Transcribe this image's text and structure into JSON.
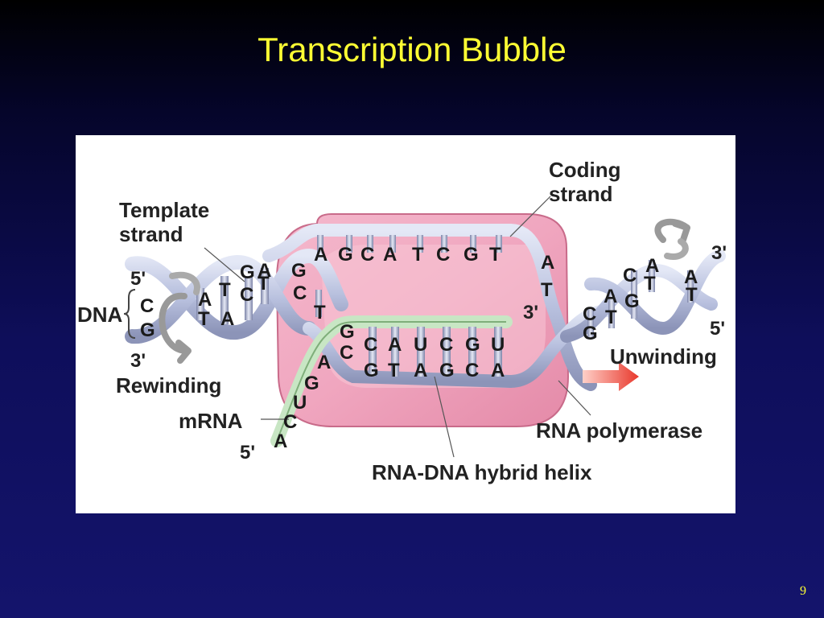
{
  "slide": {
    "title": "Transcription Bubble",
    "page_number": "9"
  },
  "diagram": {
    "labels": {
      "coding_strand_line1": "Coding",
      "coding_strand_line2": "strand",
      "template_strand_line1": "Template",
      "template_strand_line2": "strand",
      "dna": "DNA",
      "five_prime_left": "5'",
      "three_prime_left": "3'",
      "rewinding": "Rewinding",
      "mrna": "mRNA",
      "mrna_five_prime": "5'",
      "three_prime_right": "3'",
      "five_prime_right": "5'",
      "three_prime_bubble": "3'",
      "unwinding": "Unwinding",
      "rna_polymerase": "RNA polymerase",
      "hybrid_helix": "RNA-DNA hybrid helix"
    },
    "coding_strand_bases": [
      "A",
      "G",
      "C",
      "A",
      "T",
      "C",
      "G",
      "T"
    ],
    "rna_bases": [
      "C",
      "A",
      "U",
      "C",
      "G",
      "U"
    ],
    "template_bases": [
      "G",
      "T",
      "A",
      "G",
      "C",
      "A"
    ],
    "mrna_tail_bases": [
      "A",
      "C",
      "U",
      "G",
      "A",
      "G",
      "C"
    ],
    "left_helix_bases": [
      "C",
      "G",
      "A",
      "T",
      "T",
      "A",
      "G",
      "C",
      "A",
      "T",
      "G",
      "C",
      "T"
    ],
    "right_helix_bases": [
      "A",
      "T",
      "C",
      "G",
      "A",
      "T",
      "C",
      "A",
      "G",
      "T",
      "A",
      "T"
    ],
    "colors": {
      "polymerase": "#f0a6bf",
      "dna_strand": "#c6cde6",
      "rna_strand": "#c8e6c4",
      "arrow": "#e8382c",
      "title": "#ffff33"
    }
  }
}
